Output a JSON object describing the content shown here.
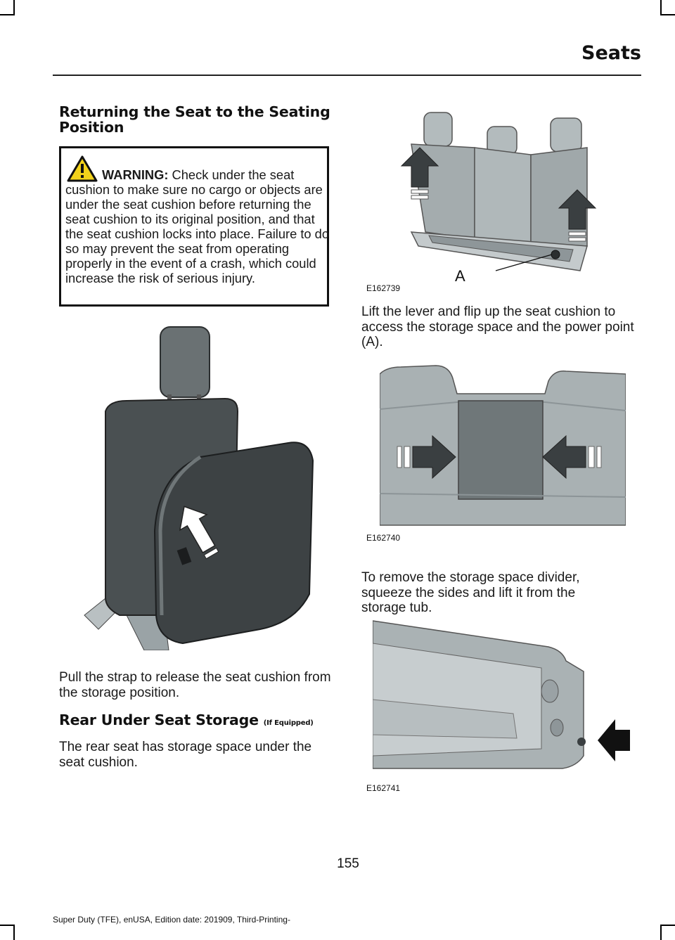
{
  "header": {
    "section_title": "Seats"
  },
  "left": {
    "heading1": "Returning the Seat to the Seating Position",
    "warning": {
      "label": "WARNING:",
      "text": "Check under the seat cushion to make sure no cargo or objects are under the seat cushion before returning the seat cushion to its original position, and that the seat cushion locks into place. Failure to do so may prevent the seat from operating properly in the event of a crash, which could increase the risk of serious injury."
    },
    "para1": "Pull the strap to release the seat cushion from the storage position.",
    "heading2": "Rear Under Seat Storage",
    "heading2_suffix": "(If Equipped)",
    "para2": "The rear seat has storage space under the seat cushion."
  },
  "right": {
    "fig1": {
      "code": "E162739",
      "callout": "A"
    },
    "para1": "Lift the lever and flip up the seat cushion to access the storage space and the power point (A).",
    "fig2": {
      "code": "E162740"
    },
    "para2": "To remove the storage space divider, squeeze the sides and lift it from the storage tub.",
    "fig3": {
      "code": "E162741"
    }
  },
  "footer": {
    "page_number": "155",
    "edition": "Super Duty (TFE), enUSA, Edition date: 201909, Third-Printing-"
  },
  "colors": {
    "text": "#1a1a1a",
    "warning_yellow": "#f2d21b",
    "figure_gray": "#a8b0b2"
  }
}
